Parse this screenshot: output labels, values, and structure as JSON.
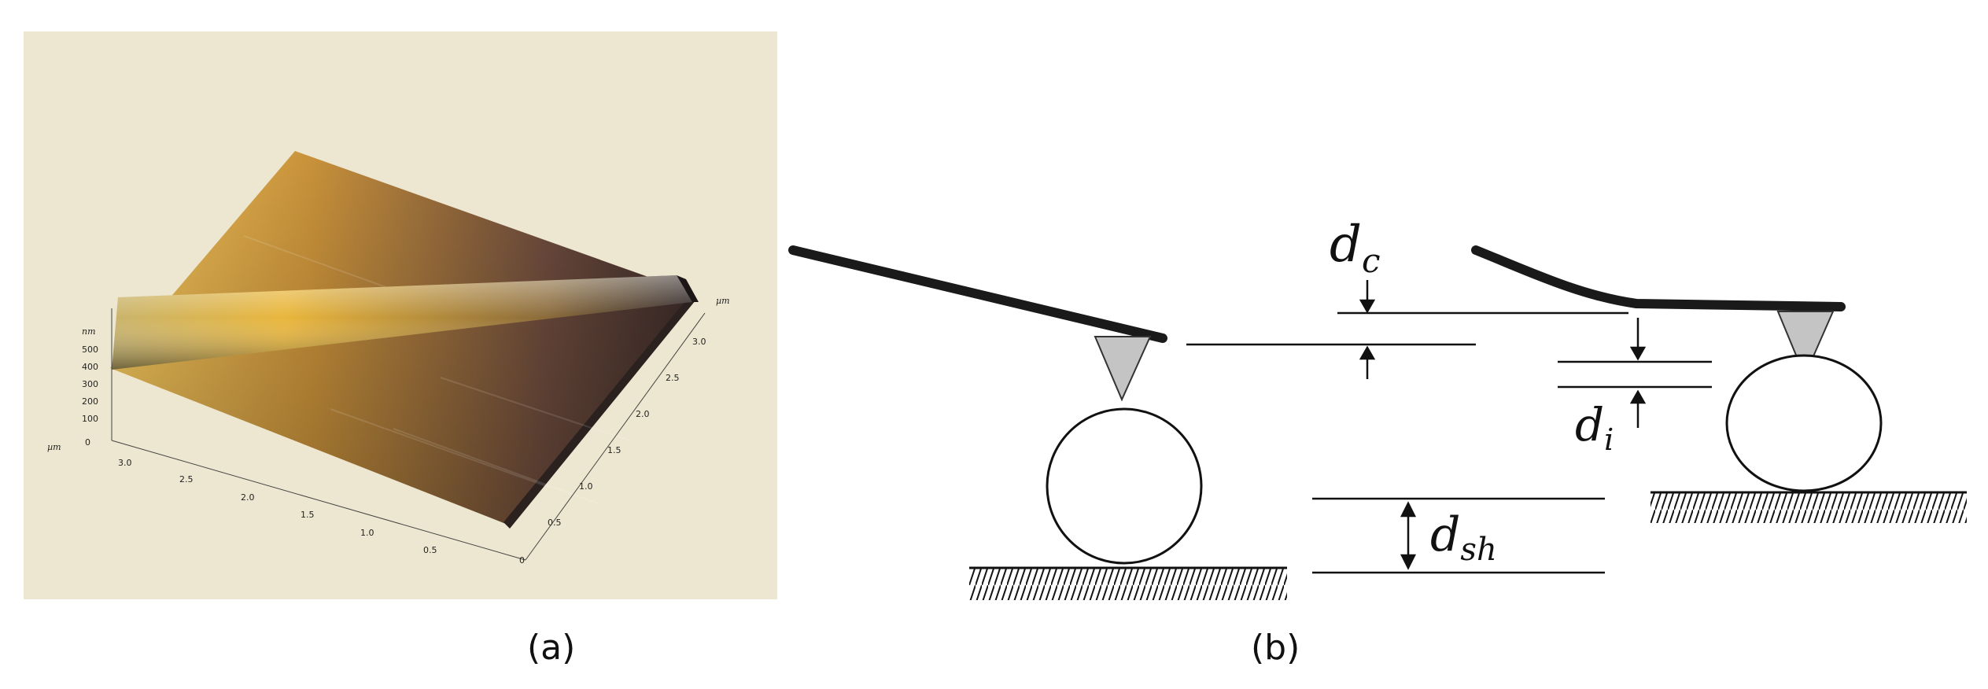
{
  "panel_a": {
    "caption": "(a)",
    "z_axis": {
      "unit": "nm",
      "ticks": [
        "500",
        "400",
        "300",
        "200",
        "100",
        "0"
      ]
    },
    "x_axis": {
      "unit": "µm",
      "ticks": [
        "3.0",
        "2.5",
        "2.0",
        "1.5",
        "1.0",
        "0.5",
        "0"
      ]
    },
    "y_axis": {
      "unit": "µm",
      "ticks": [
        "3.0",
        "2.5",
        "2.0",
        "1.5",
        "1.0",
        "0.5"
      ]
    },
    "colors": {
      "background": "#ede6d0",
      "surface_light": "#f2c65c",
      "surface_mid": "#b98335",
      "surface_dark": "#3d2a26"
    }
  },
  "panel_b": {
    "caption": "(b)",
    "labels": {
      "d_c": {
        "base": "d",
        "sub": "c"
      },
      "d_i": {
        "base": "d",
        "sub": "i"
      },
      "d_sh": {
        "base": "d",
        "sub": "sh"
      }
    }
  }
}
